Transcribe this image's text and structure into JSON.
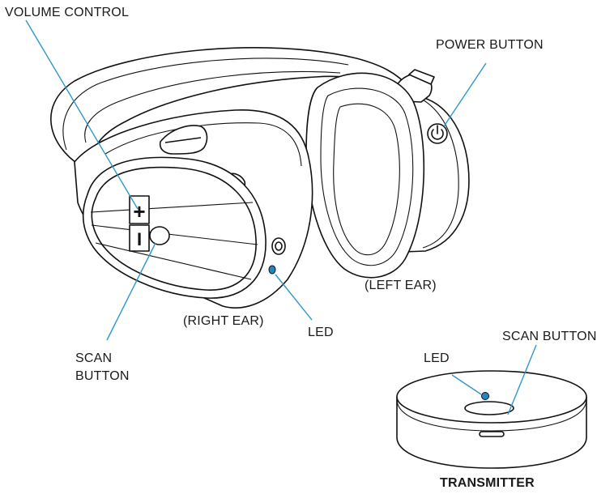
{
  "labels": {
    "volume_control": "VOLUME CONTROL",
    "power_button": "POWER BUTTON",
    "left_ear": "(LEFT EAR)",
    "right_ear": "(RIGHT EAR)",
    "led_headphones": "LED",
    "scan_button_line1": "SCAN",
    "scan_button_line2": "BUTTON",
    "led_transmitter": "LED",
    "scan_button_transmitter": "SCAN BUTTON",
    "transmitter": "TRANSMITTER"
  },
  "glyphs": {
    "volume_up": "+",
    "volume_down": "I"
  },
  "icons": {
    "power": "power-icon"
  },
  "colors": {
    "leader_line": "#2f98c9",
    "led": "#1f86c4",
    "outline": "#111111"
  }
}
